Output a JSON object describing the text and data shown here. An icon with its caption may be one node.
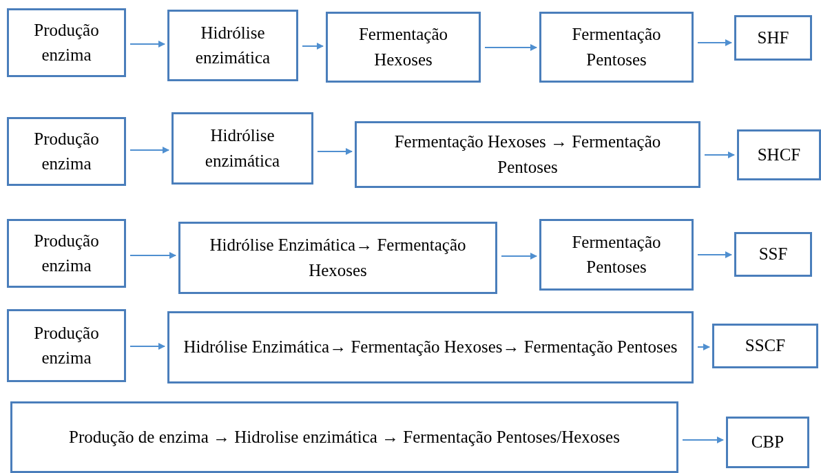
{
  "diagram": {
    "nodes": [
      {
        "text": [
          "Produção enzima"
        ]
      },
      {
        "text": [
          "Hidrólise enzimática"
        ]
      },
      {
        "text": [
          "Fermentação Hexoses"
        ]
      },
      {
        "text": [
          "Fermentação Pentoses"
        ]
      },
      {
        "text": [
          "SHF"
        ]
      },
      {
        "text": [
          "Produção enzima"
        ]
      },
      {
        "text": [
          "Hidrólise enzimática"
        ]
      },
      {
        "text": [
          "Fermentação Hexoses → Fermentação Pentoses"
        ]
      },
      {
        "text": [
          "SHCF"
        ]
      },
      {
        "text": [
          "Produção enzima"
        ]
      },
      {
        "text": [
          "Hidrólise Enzimática→ Fermentação Hexoses"
        ]
      },
      {
        "text": [
          "Fermentação Pentoses"
        ]
      },
      {
        "text": [
          "SSF"
        ]
      },
      {
        "text": [
          "Produção enzima"
        ]
      },
      {
        "text": [
          "Hidrólise Enzimática→ Fermentação Hexoses→ Fermentação Pentoses"
        ]
      },
      {
        "text": [
          "SSCF"
        ]
      },
      {
        "text": [
          "Produção de enzima → Hidrolise enzimática → Fermentação Pentoses/Hexoses"
        ]
      },
      {
        "text": [
          "CBP"
        ]
      }
    ],
    "edges": [
      {
        "from": 0,
        "to": 1,
        "arrow": "to"
      },
      {
        "from": 1,
        "to": 2,
        "arrow": "to"
      },
      {
        "from": 2,
        "to": 3,
        "arrow": "to"
      },
      {
        "from": 3,
        "to": 4,
        "arrow": "to"
      },
      {
        "from": 5,
        "to": 6,
        "arrow": "to"
      },
      {
        "from": 6,
        "to": 7,
        "arrow": "to"
      },
      {
        "from": 7,
        "to": 8,
        "arrow": "to"
      },
      {
        "from": 9,
        "to": 10,
        "arrow": "to"
      },
      {
        "from": 10,
        "to": 11,
        "arrow": "to"
      },
      {
        "from": 11,
        "to": 12,
        "arrow": "to"
      },
      {
        "from": 13,
        "to": 14,
        "arrow": "to"
      },
      {
        "from": 14,
        "to": 15,
        "arrow": "to"
      },
      {
        "from": 16,
        "to": 17,
        "arrow": "to"
      }
    ]
  }
}
